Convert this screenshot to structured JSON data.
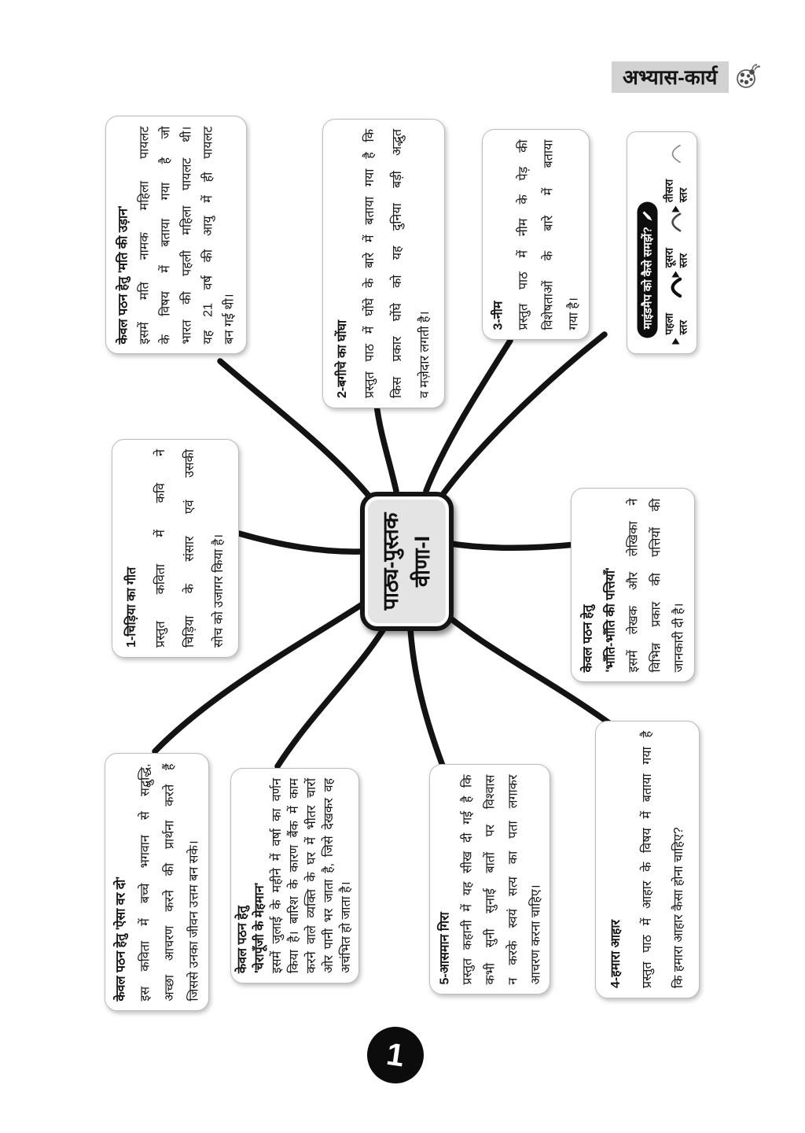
{
  "header": {
    "title": "अभ्यास-कार्य",
    "icon": "ladybug"
  },
  "center_node": {
    "line1": "पाठ्य-पुस्तक",
    "line2": "वीणा-I"
  },
  "legend": {
    "title": "माइंडमैप को कैसे समझें?",
    "icon": "writing-pen",
    "levels": [
      {
        "label": "पहला स्तर"
      },
      {
        "label": "दूसरा स्तर"
      },
      {
        "label": "तीसरा स्तर"
      }
    ]
  },
  "boxes": [
    {
      "name": "mati-ki-udaan",
      "lines": [
        "केवल पठन हेतु 'मति की उड़ान'",
        "इसमें मति नामक महिला पायलट",
        "के विषय में बताया गया है जो",
        "भारत की पहली महिला पायलट थी।",
        "यह 21 वर्ष की आयु में ही पायलट",
        "बन गई थी।"
      ]
    },
    {
      "name": "bagiche-ka-ghongha",
      "lines": [
        "2-बगीचे का घोंघा",
        "प्रस्तुत पाठ में घोंघे के बारे में बताया गया है कि",
        "किस प्रकार घोंघे को यह दुनिया बड़ी अद्भुत",
        "व मज़ेदार लगती है।"
      ]
    },
    {
      "name": "neem",
      "lines": [
        "3-नीम",
        "प्रस्तुत पाठ में नीम के पेड़ की",
        "विशेषताओं के बारे में बताया",
        "गया है।"
      ]
    },
    {
      "name": "chidiya-ka-geet",
      "lines": [
        "1-चिड़िया का गीत",
        "प्रस्तुत कविता में कवि ने",
        "चिड़िया के संसार एवं उसकी",
        "सोच को उजागर किया है।"
      ]
    },
    {
      "name": "bhanti-bhanti-ki-pattiyan",
      "lines": [
        "केवल पठन हेतु",
        "'भाँति-भाँति की पत्तियाँ'",
        "इसमें लेखक और लेखिका ने",
        "विभिन्न प्रकार की पत्तियों की",
        "जानकारी दी है।"
      ]
    },
    {
      "name": "aisa-var-do",
      "lines": [
        "केवल पठन हेतु 'ऐसा वर दो'",
        "इस कविता में बच्चे भगवान से सद्बुद्धि,",
        "अच्छा आचरण करने की प्रार्थना करते हैं",
        "जिससे उनका जीवन उत्तम बन सके।"
      ]
    },
    {
      "name": "cherapunji-ke-mehman",
      "lines": [
        "केवल पठन हेतु",
        "'चेरापूँजी के मेहमान'",
        "इसमें जुलाई के महीने में वर्षा का वर्णन",
        "किया है। बारिश के कारण बैंक में काम",
        "करने वाले व्यक्ति के घर में भीतर चारों",
        "ओर पानी भर जाता है, जिसे देखकर वह",
        "अचंभित हो जाता है।"
      ]
    },
    {
      "name": "aasman-gira",
      "lines": [
        "5-आसमान गिरा",
        "प्रस्तुत कहानी में यह सीख दी गई है कि",
        "कभी सुनी सुनाई बातों पर विश्वास",
        "न करके स्वयं सत्य का पता लगाकर",
        "आचरण करना चाहिए।"
      ]
    },
    {
      "name": "hamara-aahar",
      "lines": [
        "4-हमारा आहार",
        "प्रस्तुत पाठ में आहार के विषय में बताया गया है",
        "कि हमारा आहार कैसा होना चाहिए?"
      ]
    }
  ],
  "page_number": "1"
}
